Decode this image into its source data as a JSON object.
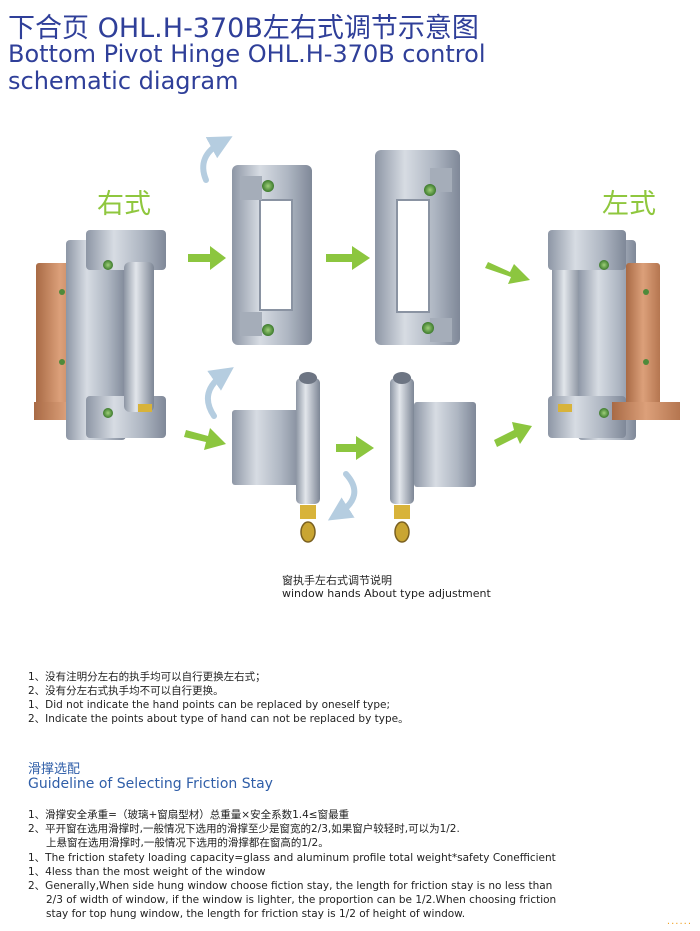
{
  "header": {
    "title_cn": "下合页 OHL.H-370B左右式调节示意图",
    "title_en_line1": "Bottom Pivot Hinge OHL.H-370B control",
    "title_en_line2": "schematic diagram"
  },
  "diagram": {
    "label_right_type": "右式",
    "label_left_type": "左式",
    "caption_cn": "窗执手左右式调节说明",
    "caption_en": "window hands About type adjustment",
    "colors": {
      "metal": "#b8bfca",
      "metal_dark": "#8a93a2",
      "copper": "#c98c63",
      "green_arrow": "#8cc63f",
      "blue_rotate": "#b5cde0",
      "screw_green": "#4e8a3a"
    }
  },
  "notes": {
    "items": [
      "1、没有注明分左右的执手均可以自行更换左右式；",
      "2、没有分左右式执手均不可以自行更换。",
      "1、Did not indicate the hand points can be replaced by oneself type;",
      "2、Indicate the points about type of hand can not be replaced by type。"
    ]
  },
  "friction": {
    "title_cn": "滑撑选配",
    "title_en": "Guideline of Selecting Friction Stay",
    "lines": [
      "1、滑撑安全承重=（玻璃+窗扇型材）总重量×安全系数1.4≤窗最重",
      "2、平开窗在选用滑撑时,一般情况下选用的滑撑至少是窗宽的2/3,如果窗户较轻时,可以为1/2.",
      "上悬窗在选用滑撑时,一般情况下选用的滑撑都在窗高的1/2。",
      "1、The friction stafety loading capacity=glass and aluminum profile total weight*safety Conefficient",
      "1、4less than the most weight of the window",
      "2、Generally,When side hung window choose fiction stay, the length for friction stay is no less than",
      "2/3 of width of window, if the window is lighter, the proportion can be 1/2.When choosing friction",
      "stay for top hung window, the length for friction stay is 1/2 of height of window."
    ]
  }
}
